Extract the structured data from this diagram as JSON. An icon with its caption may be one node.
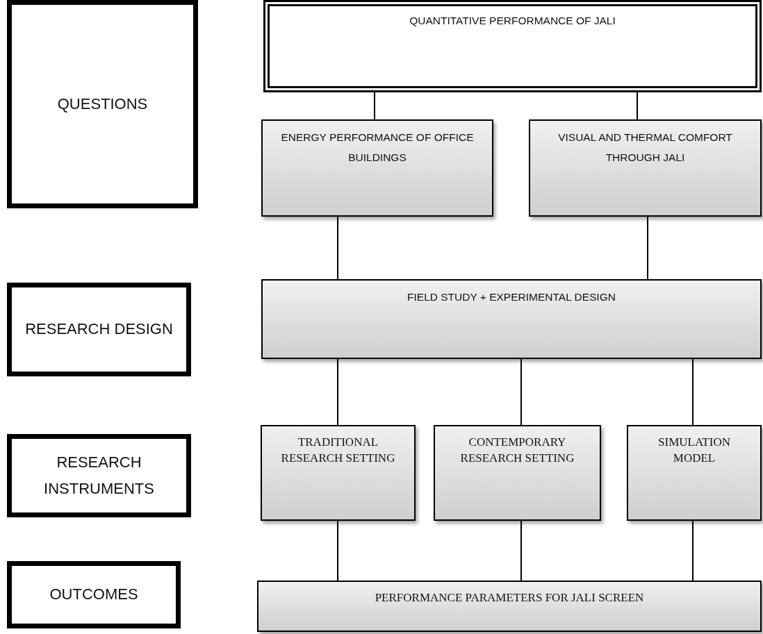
{
  "diagram": {
    "nodes": [
      {
        "text": [
          "QUESTIONS"
        ]
      },
      {
        "text": [
          "QUANTITATIVE PERFORMANCE OF JALI"
        ]
      },
      {
        "text": [
          "ENERGY PERFORMANCE OF OFFICE BUILDINGS"
        ]
      },
      {
        "text": [
          "VISUAL AND THERMAL COMFORT THROUGH JALI"
        ]
      },
      {
        "text": [
          "RESEARCH DESIGN"
        ]
      },
      {
        "text": [
          "FIELD STUDY + EXPERIMENTAL DESIGN"
        ]
      },
      {
        "text": [
          "RESEARCH INSTRUMENTS"
        ]
      },
      {
        "text": [
          "TRADITIONAL RESEARCH SETTING"
        ]
      },
      {
        "text": [
          "CONTEMPORARY RESEARCH SETTING"
        ]
      },
      {
        "text": [
          "SIMULATION MODEL"
        ]
      },
      {
        "text": [
          "OUTCOMES"
        ]
      },
      {
        "text": [
          "PERFORMANCE PARAMETERS FOR JALI SCREEN"
        ]
      }
    ],
    "edges": [
      {
        "from": 1,
        "to": 2,
        "arrow": "none"
      },
      {
        "from": 1,
        "to": 3,
        "arrow": "none"
      },
      {
        "from": 2,
        "to": 5,
        "arrow": "none"
      },
      {
        "from": 3,
        "to": 5,
        "arrow": "none"
      },
      {
        "from": 5,
        "to": 7,
        "arrow": "none"
      },
      {
        "from": 5,
        "to": 8,
        "arrow": "none"
      },
      {
        "from": 5,
        "to": 9,
        "arrow": "none"
      },
      {
        "from": 7,
        "to": 11,
        "arrow": "none"
      },
      {
        "from": 8,
        "to": 11,
        "arrow": "none"
      },
      {
        "from": 9,
        "to": 11,
        "arrow": "none"
      }
    ]
  }
}
